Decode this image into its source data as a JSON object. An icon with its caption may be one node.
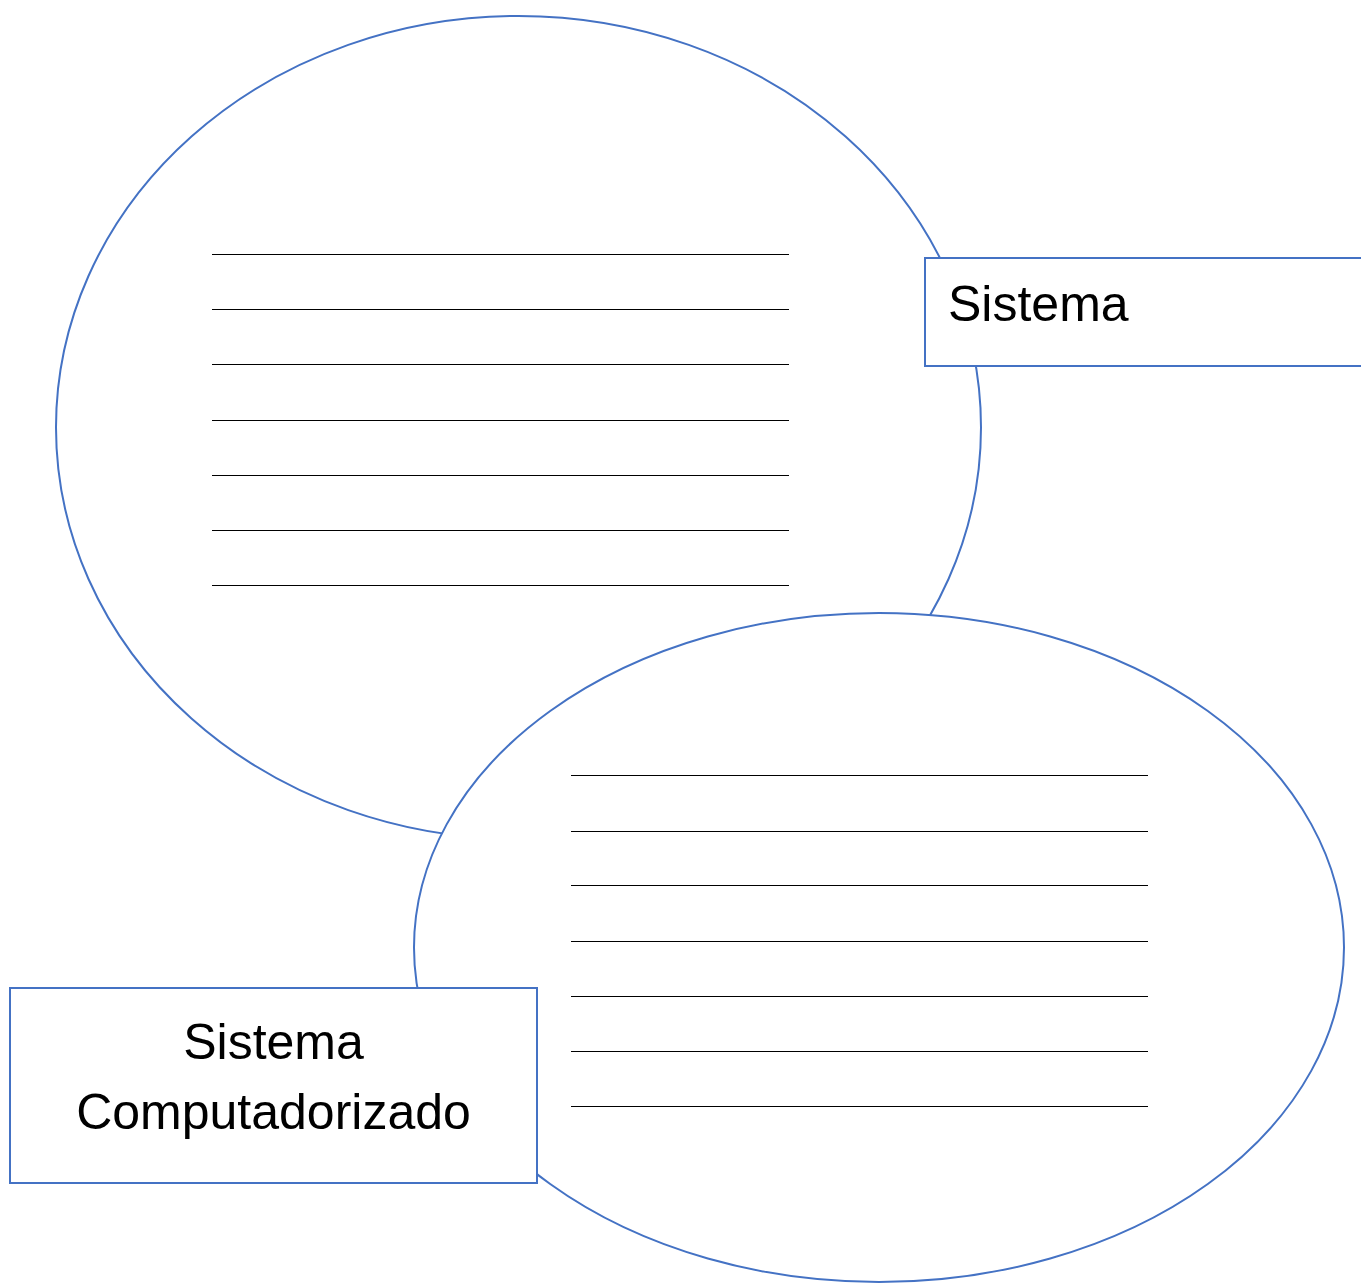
{
  "diagram": {
    "nodes": [
      {
        "text": [],
        "shape": "circle"
      },
      {
        "text": [
          "Sistema"
        ]
      },
      {
        "text": [],
        "shape": "circle"
      },
      {
        "text": [
          "Sistema Computadorizado"
        ]
      }
    ]
  }
}
